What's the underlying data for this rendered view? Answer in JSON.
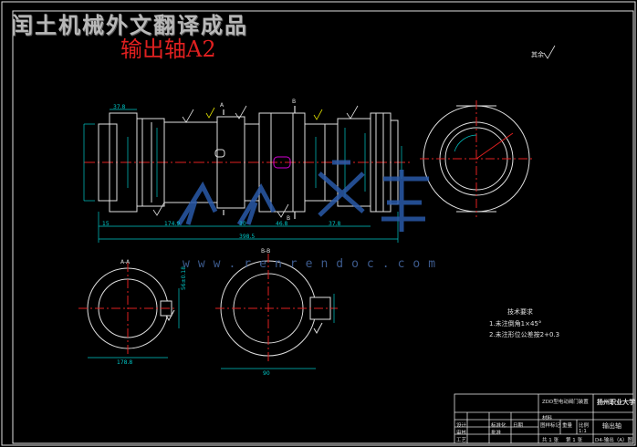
{
  "header": {
    "title": "闰土机械外文翻译成品"
  },
  "drawing": {
    "title": "输出轴A2",
    "roughness_note": "其余",
    "section_labels": {
      "aa": "A-A",
      "bb": "B-B",
      "a_mark_top": "A",
      "b_mark_top": "B",
      "b_mark_bottom": "B"
    },
    "dimensions": {
      "d1": "37.8",
      "d2": "174.9",
      "d3": "398.5",
      "d4": "30",
      "d5": "46.8",
      "d6": "37.8",
      "d7": "15",
      "sec_aa_width": "178.8",
      "sec_aa_key": "56±0.18",
      "sec_bb_width": "90"
    },
    "tech_requirements": {
      "title": "技术要求",
      "items": [
        "1.未注倒角1×45°",
        "2.未注形位公差按2+0.3"
      ]
    },
    "watermark": {
      "brand": "人人文库",
      "url": "www.renrendoc.com"
    }
  },
  "title_block": {
    "project": "ZDD型电动阀门装置",
    "school": "扬州职业大学",
    "part_name": "输出轴",
    "drawing_no": "D4-输出（A）图",
    "material_label": "材料",
    "labels": {
      "design": "设计",
      "check": "审核",
      "process": "工艺",
      "standard": "标准化",
      "approve": "批准",
      "date": "日期",
      "stage": "图样标记",
      "weight": "重量",
      "scale": "比例",
      "sheet": "共 1 张",
      "sheet_no": "第 1 张",
      "scale_value": "1:1"
    }
  },
  "colors": {
    "background": "#000000",
    "outline": "#e0e0e0",
    "dimension": "#00c8c8",
    "center_line": "#e02020",
    "hatch_magenta": "#d000d0",
    "roughness_yellow": "#e0e000",
    "watermark_blue": "#2a5aa8"
  }
}
